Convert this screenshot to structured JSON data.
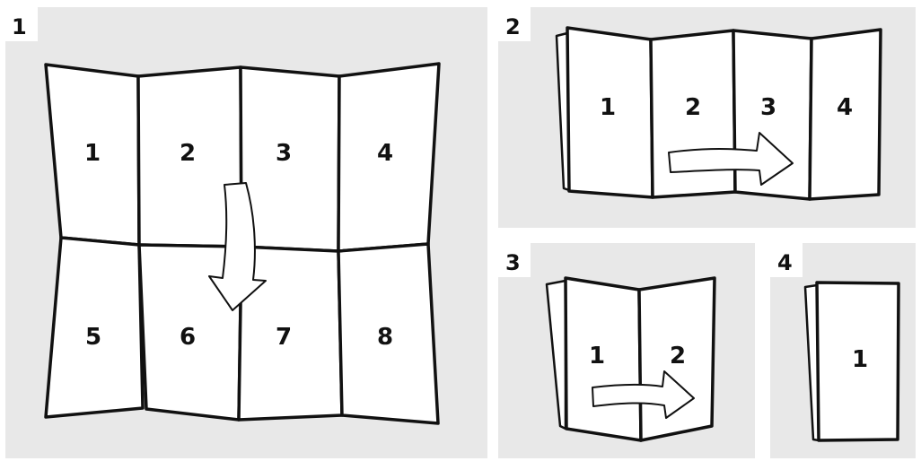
{
  "steps": [
    {
      "label": "1",
      "panels": [
        "1",
        "2",
        "3",
        "4",
        "5",
        "6",
        "7",
        "8"
      ]
    },
    {
      "label": "2",
      "panels": [
        "1",
        "2",
        "3",
        "4"
      ]
    },
    {
      "label": "3",
      "panels": [
        "1",
        "2"
      ]
    },
    {
      "label": "4",
      "panels": [
        "1"
      ]
    }
  ],
  "colors": {
    "background": "#e8e8e8",
    "paper": "#ffffff",
    "ink": "#111111"
  },
  "icons": [
    "fold-down-arrow-icon",
    "fold-right-arrow-icon"
  ]
}
